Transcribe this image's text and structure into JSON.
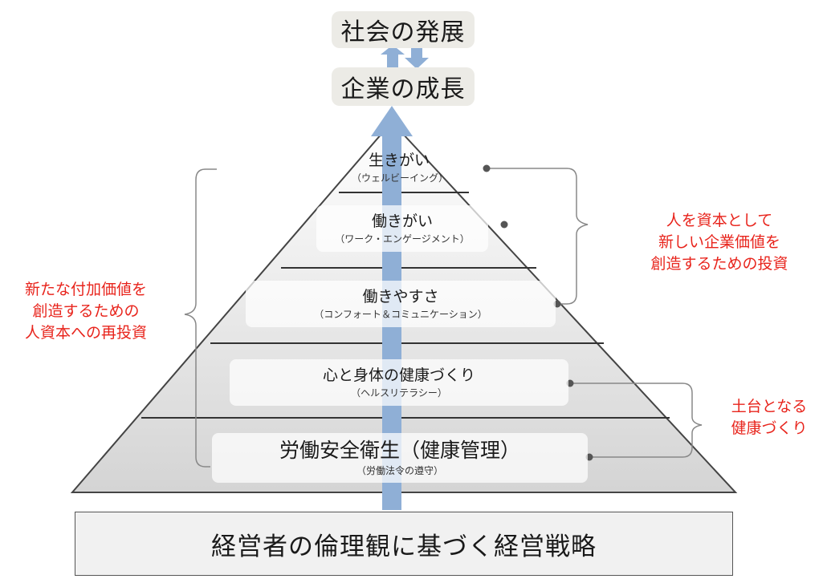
{
  "top": {
    "society_label": "社会の発展",
    "company_label": "企業の成長"
  },
  "levels": [
    {
      "main": "生きがい",
      "sub": "（ウェルビーイング）"
    },
    {
      "main": "働きがい",
      "sub": "（ワーク・エンゲージメント）"
    },
    {
      "main": "働きやすさ",
      "sub": "（コンフォート＆コミュニケーション）"
    },
    {
      "main": "心と身体の健康づくり",
      "sub": "（ヘルスリテラシー）"
    },
    {
      "main": "労働安全衛生（健康管理）",
      "sub": "（労働法令の遵守）"
    }
  ],
  "base": {
    "label": "経営者の倫理観に基づく経営戦略"
  },
  "notes": {
    "left": [
      "新たな付加価値を",
      "創造するための",
      "人資本への再投資"
    ],
    "right_upper": [
      "人を資本として",
      "新しい企業価値を",
      "創造するための投資"
    ],
    "right_lower": [
      "土台となる",
      "健康づくり"
    ]
  },
  "colors": {
    "accent_red": "#e8241c",
    "arrow_blue": "#8fafd6",
    "pyramid_fill_top": "#ffffff",
    "pyramid_fill_bottom": "#d9d9d9",
    "top_box_fill": "#ecebe6"
  }
}
